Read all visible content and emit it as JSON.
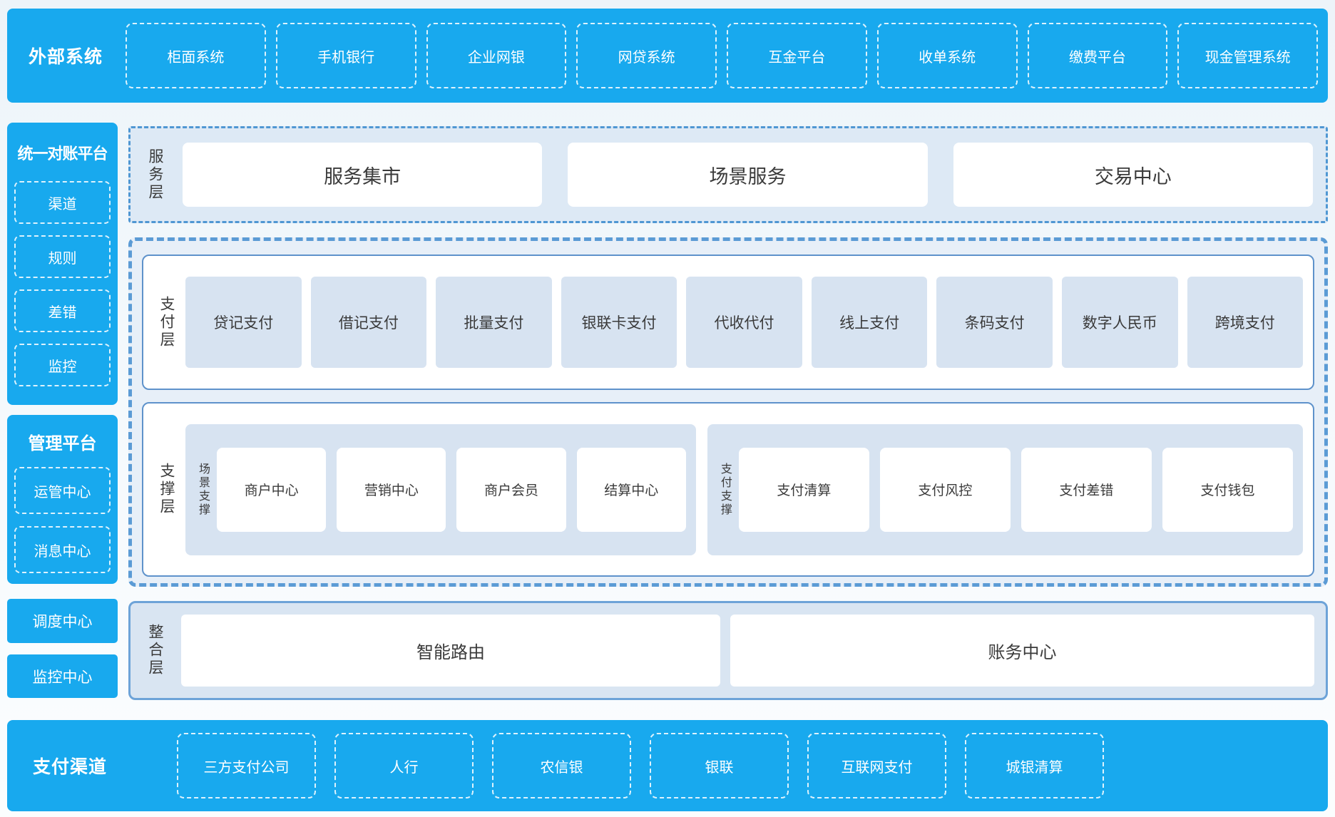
{
  "colors": {
    "primary_blue": "#18a9ee",
    "panel_light_blue": "#dde9f5",
    "item_light_blue": "#d7e3f1",
    "dashed_border_blue": "#5b9bd5",
    "solid_border_blue": "#5e92cb",
    "text_dark": "#3a3a3a",
    "white": "#ffffff"
  },
  "top_bar": {
    "title": "外部系统",
    "items": [
      "柜面系统",
      "手机银行",
      "企业网银",
      "网贷系统",
      "互金平台",
      "收单系统",
      "缴费平台",
      "现金管理系统"
    ]
  },
  "sidebar": {
    "panels": [
      {
        "title": "统一对账平台",
        "items": [
          "渠道",
          "规则",
          "差错",
          "监控"
        ]
      },
      {
        "title": "管理平台",
        "items": [
          "运管中心",
          "消息中心"
        ]
      }
    ],
    "solo_items": [
      "调度中心",
      "监控中心"
    ]
  },
  "layers": {
    "service": {
      "label": "服务层",
      "items": [
        "服务集市",
        "场景服务",
        "交易中心"
      ]
    },
    "payment": {
      "label": "支付层",
      "items": [
        "贷记支付",
        "借记支付",
        "批量支付",
        "银联卡支付",
        "代收代付",
        "线上支付",
        "条码支付",
        "数字人民币",
        "跨境支付"
      ]
    },
    "support": {
      "label": "支撑层",
      "groups": [
        {
          "label": "场景支撑",
          "items": [
            "商户中心",
            "营销中心",
            "商户会员",
            "结算中心"
          ]
        },
        {
          "label": "支付支撑",
          "items": [
            "支付清算",
            "支付风控",
            "支付差错",
            "支付钱包"
          ]
        }
      ]
    },
    "integration": {
      "label": "整合层",
      "items": [
        "智能路由",
        "账务中心"
      ]
    }
  },
  "bottom_bar": {
    "title": "支付渠道",
    "items": [
      "三方支付公司",
      "人行",
      "农信银",
      "银联",
      "互联网支付",
      "城银清算"
    ]
  }
}
